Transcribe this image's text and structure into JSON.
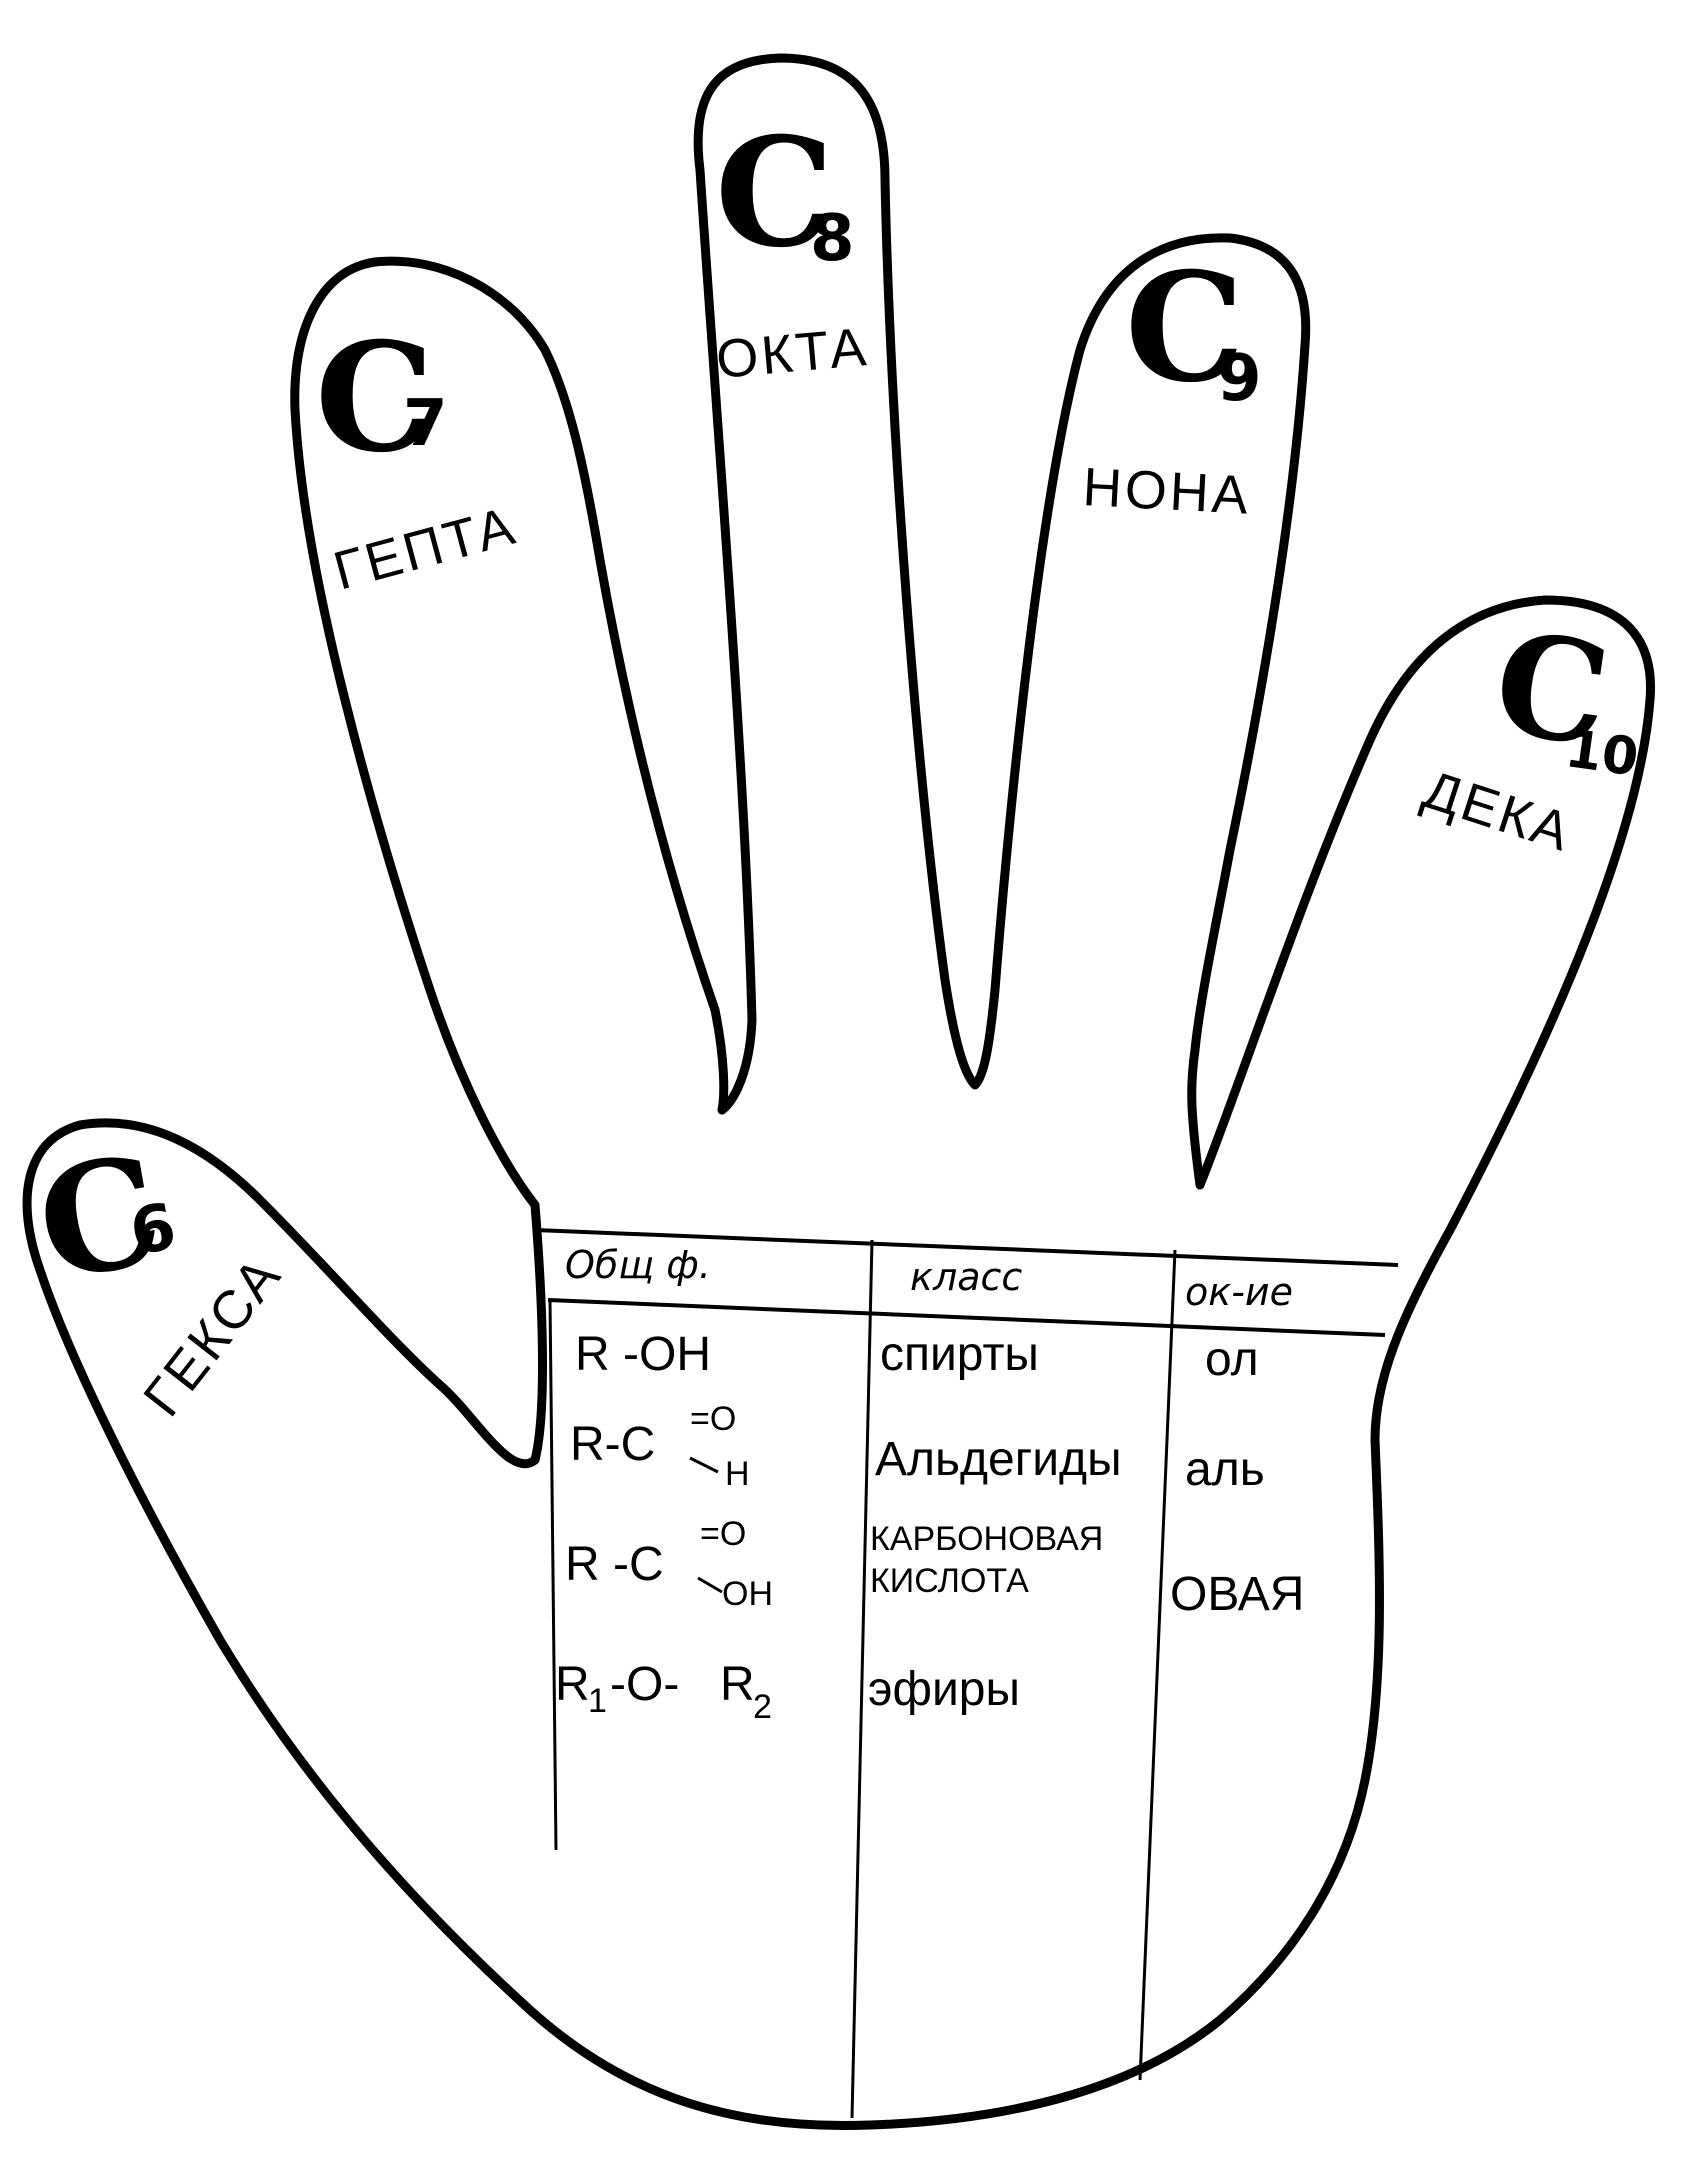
{
  "fingers": [
    {
      "id": "thumb",
      "carbon": "C",
      "subscript": "6",
      "prefix": "ГЕКСА"
    },
    {
      "id": "index",
      "carbon": "C",
      "subscript": "7",
      "prefix": "ГЕПТА"
    },
    {
      "id": "middle",
      "carbon": "C",
      "subscript": "8",
      "prefix": "ОКТА"
    },
    {
      "id": "ring",
      "carbon": "C",
      "subscript": "9",
      "prefix": "НОНА"
    },
    {
      "id": "little",
      "carbon": "C",
      "subscript": "10",
      "prefix": "ДЕКА"
    }
  ],
  "table": {
    "headers": [
      "Общ ф.",
      "класс",
      "ок-ие"
    ],
    "rows": [
      {
        "formula": {
          "main": "R -OH"
        },
        "class": [
          "спирты"
        ],
        "ending": "ол"
      },
      {
        "formula": {
          "main": "R-C",
          "top": "=O",
          "bottom": "H"
        },
        "class": [
          "Альдегиды"
        ],
        "ending": "аль"
      },
      {
        "formula": {
          "main": "R -C",
          "top": "=O",
          "bottom": "OH"
        },
        "class": [
          "КАРБОНОВАЯ",
          "КИСЛОТА"
        ],
        "ending": "ОВАЯ"
      },
      {
        "formula": {
          "r1": "R",
          "s1": "1",
          "mid": "-O-",
          "r2": "R",
          "s2": "2"
        },
        "class": [
          "эфиры"
        ],
        "ending": ""
      }
    ]
  }
}
